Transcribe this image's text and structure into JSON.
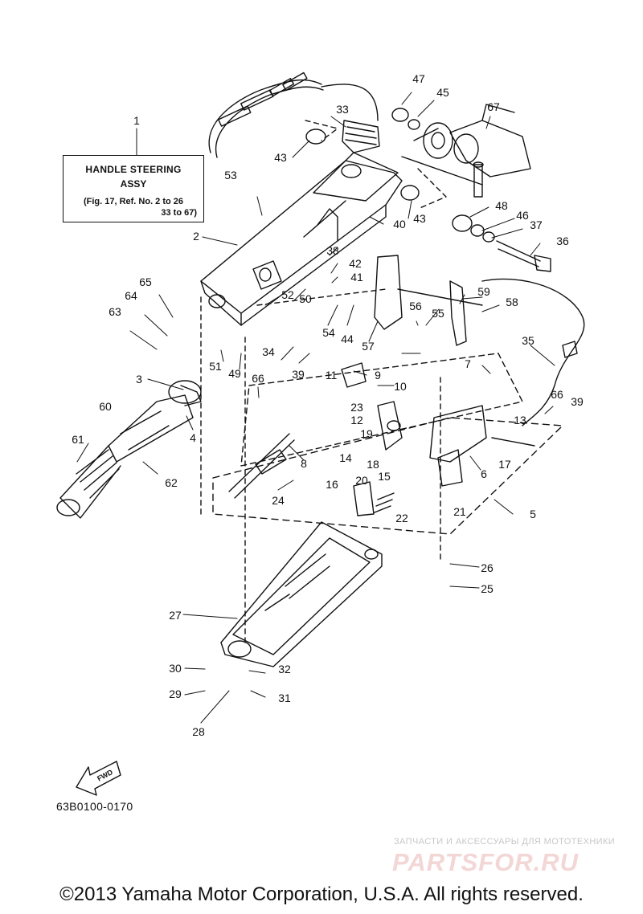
{
  "title_box": {
    "line1": "HANDLE STEERING",
    "line2": "ASSY",
    "line3": "(Fig. 17, Ref. No. 2 to 26",
    "line4": "33 to 67)"
  },
  "callouts": [
    "1",
    "2",
    "3",
    "4",
    "5",
    "6",
    "7",
    "8",
    "9",
    "10",
    "11",
    "12",
    "13",
    "14",
    "15",
    "16",
    "17",
    "18",
    "19",
    "20",
    "21",
    "22",
    "23",
    "24",
    "25",
    "26",
    "27",
    "28",
    "29",
    "30",
    "31",
    "32",
    "33",
    "34",
    "35",
    "36",
    "37",
    "38",
    "39",
    "39",
    "40",
    "41",
    "42",
    "43",
    "43",
    "44",
    "45",
    "46",
    "47",
    "48",
    "49",
    "50",
    "51",
    "52",
    "53",
    "54",
    "55",
    "56",
    "57",
    "58",
    "59",
    "60",
    "61",
    "62",
    "63",
    "64",
    "65",
    "66",
    "66",
    "67"
  ],
  "fwd_label": "FWD",
  "diagram_code": "63B0100-0170",
  "watermark": {
    "tagline": "ЗАПЧАСТИ И АКСЕССУАРЫ ДЛЯ МОТОТЕХНИКИ",
    "logo": "PARTSFOR.RU"
  },
  "copyright": "©2013 Yamaha Motor Corporation, U.S.A. All rights reserved.",
  "colors": {
    "line": "#111111",
    "watermark_logo": "#f3d6d6",
    "watermark_text": "#c7c7c7"
  }
}
